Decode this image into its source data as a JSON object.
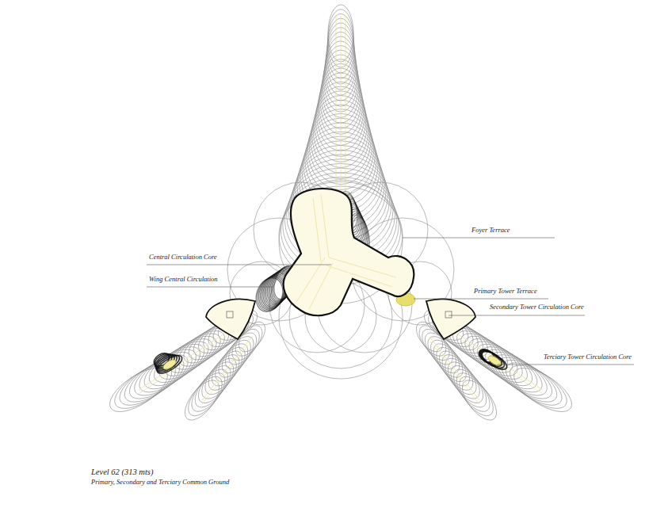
{
  "diagram": {
    "title": "Level 62 (313 mts)",
    "caption": "Primary, Secondary and Terciary Common Ground",
    "labels": [
      "Foyer Terrace",
      "Central Circulation Core",
      "Wing Central Circulation",
      "Primary Tower Terrace",
      "Secondary Tower Circulation Core",
      "Terciary Tower Circulation Core"
    ]
  }
}
